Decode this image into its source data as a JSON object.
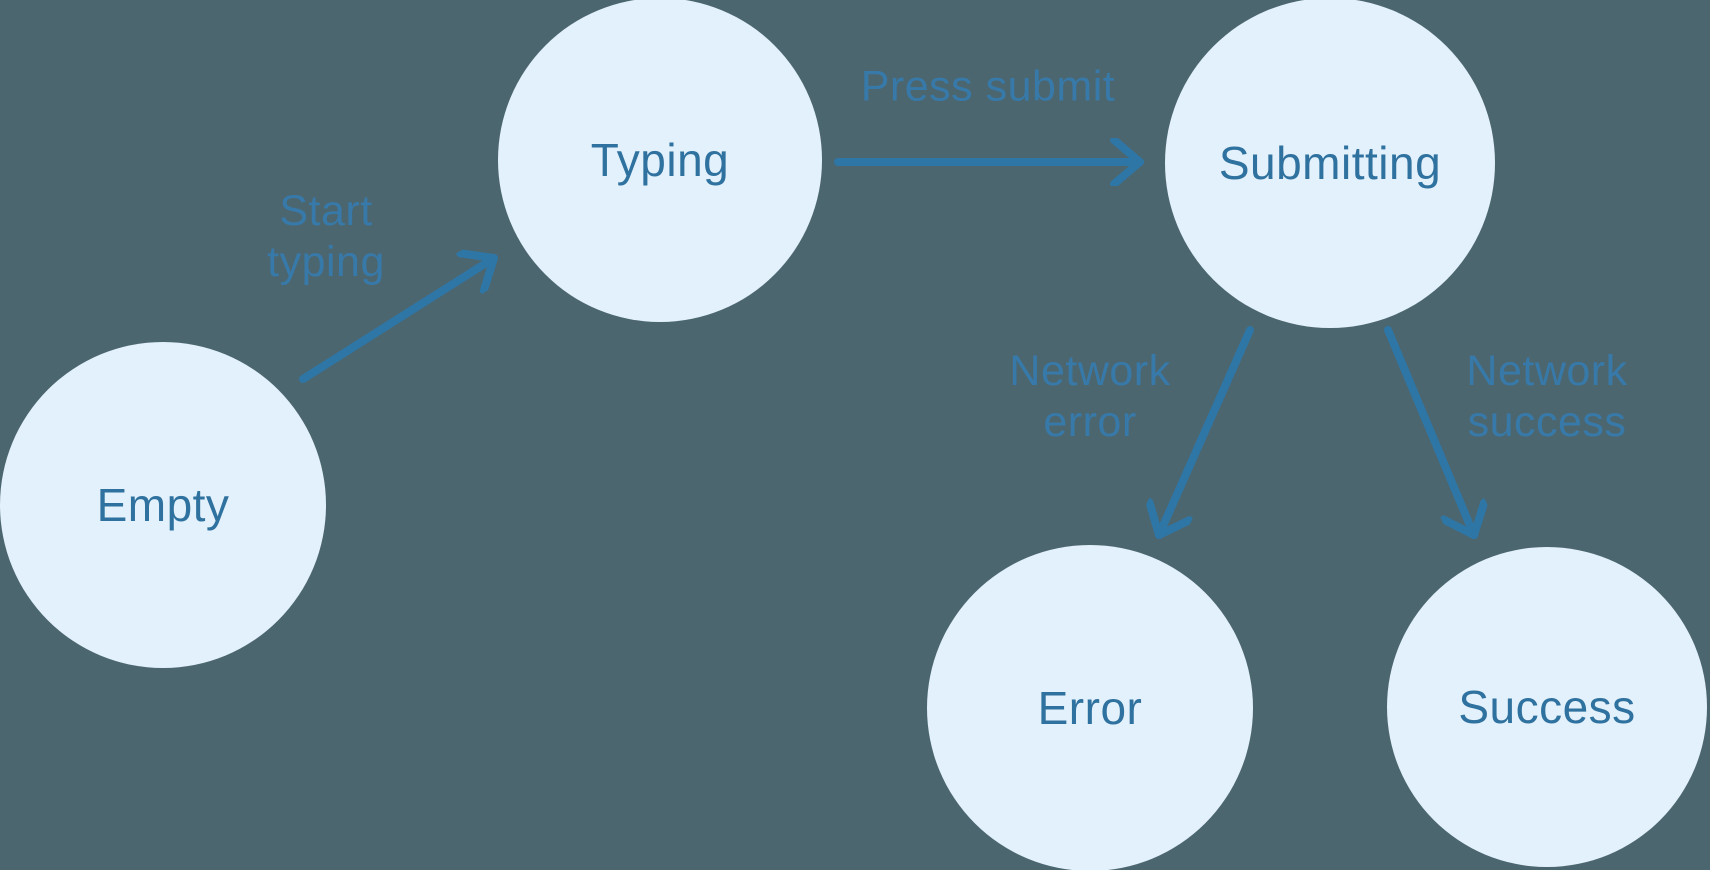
{
  "diagram": {
    "type": "state-machine",
    "colors": {
      "background": "#4C6670",
      "node_fill": "#E2F1FB",
      "node_text": "#2F719F",
      "arrow": "#2E76A6",
      "edge_label_text": "#3779A9"
    },
    "states": [
      {
        "id": "empty",
        "label": "Empty"
      },
      {
        "id": "typing",
        "label": "Typing"
      },
      {
        "id": "submitting",
        "label": "Submitting"
      },
      {
        "id": "error",
        "label": "Error"
      },
      {
        "id": "success",
        "label": "Success"
      }
    ],
    "transitions": [
      {
        "from": "empty",
        "to": "typing",
        "label": "Start typing",
        "label_lines": [
          "Start",
          "typing"
        ]
      },
      {
        "from": "typing",
        "to": "submitting",
        "label": "Press submit",
        "label_lines": [
          "Press submit"
        ]
      },
      {
        "from": "submitting",
        "to": "error",
        "label": "Network error",
        "label_lines": [
          "Network",
          "error"
        ]
      },
      {
        "from": "submitting",
        "to": "success",
        "label": "Network success",
        "label_lines": [
          "Network",
          "success"
        ]
      }
    ]
  }
}
